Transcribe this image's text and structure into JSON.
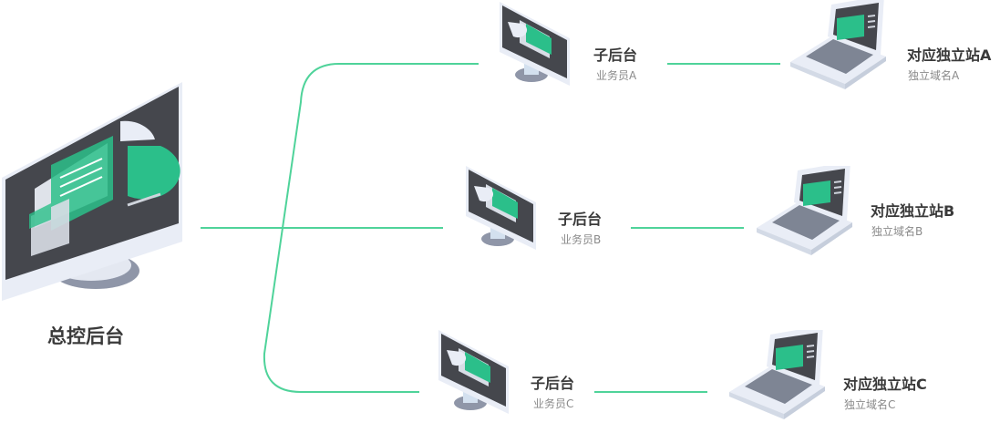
{
  "main": {
    "title": "总控后台"
  },
  "branches": [
    {
      "sub_title": "子后台",
      "sub_caption": "业务员A",
      "site_title": "对应独立站A",
      "site_caption": "独立域名A"
    },
    {
      "sub_title": "子后台",
      "sub_caption": "业务员B",
      "site_title": "对应独立站B",
      "site_caption": "独立域名B"
    },
    {
      "sub_title": "子后台",
      "sub_caption": "业务员C",
      "site_title": "对应独立站C",
      "site_caption": "独立域名C"
    }
  ],
  "colors": {
    "line": "#4fd39a",
    "accent": "#2bbf8a",
    "screen": "#45474d",
    "frame": "#e9edf6"
  },
  "icons": {
    "main": "desktop-monitor-icon",
    "sub": "small-monitor-icon",
    "site": "laptop-icon"
  }
}
